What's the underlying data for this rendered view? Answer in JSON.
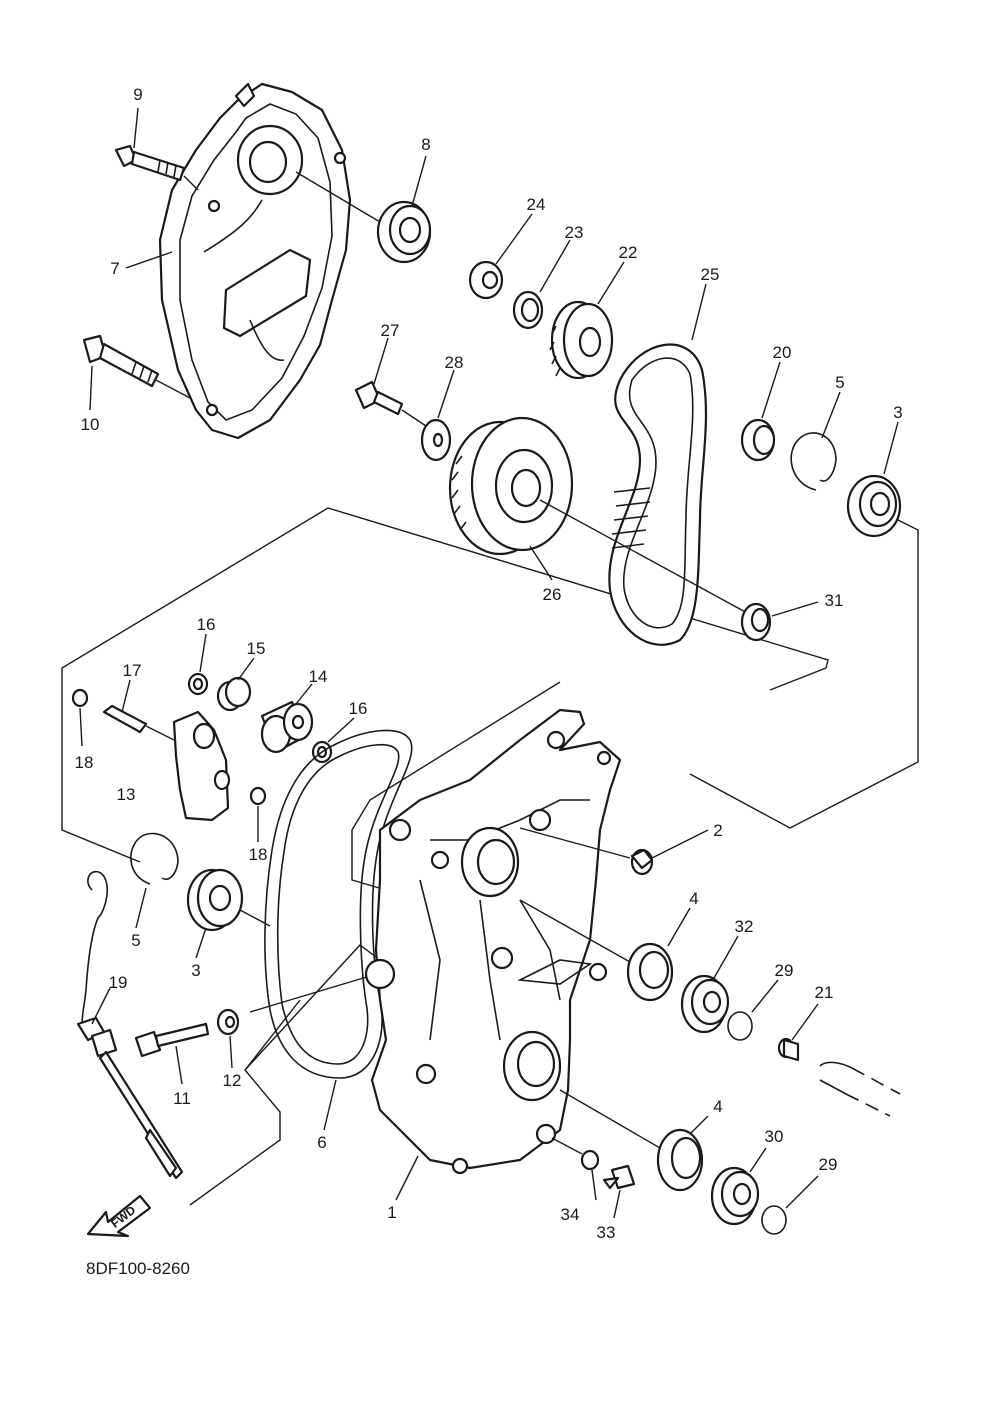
{
  "diagram": {
    "code": "8DF100-8260",
    "fwd_label": "FWD",
    "callouts": {
      "c1": "1",
      "c2": "2",
      "c3a": "3",
      "c3b": "3",
      "c4a": "4",
      "c4b": "4",
      "c5a": "5",
      "c5b": "5",
      "c6": "6",
      "c7": "7",
      "c8": "8",
      "c9": "9",
      "c10": "10",
      "c11": "11",
      "c12": "12",
      "c13": "13",
      "c14": "14",
      "c15": "15",
      "c16a": "16",
      "c16b": "16",
      "c17": "17",
      "c18a": "18",
      "c18b": "18",
      "c19": "19",
      "c20": "20",
      "c21": "21",
      "c22": "22",
      "c23": "23",
      "c24": "24",
      "c25": "25",
      "c26": "26",
      "c27": "27",
      "c28": "28",
      "c29a": "29",
      "c29b": "29",
      "c30": "30",
      "c31": "31",
      "c32": "32",
      "c33": "33",
      "c34": "34"
    }
  }
}
